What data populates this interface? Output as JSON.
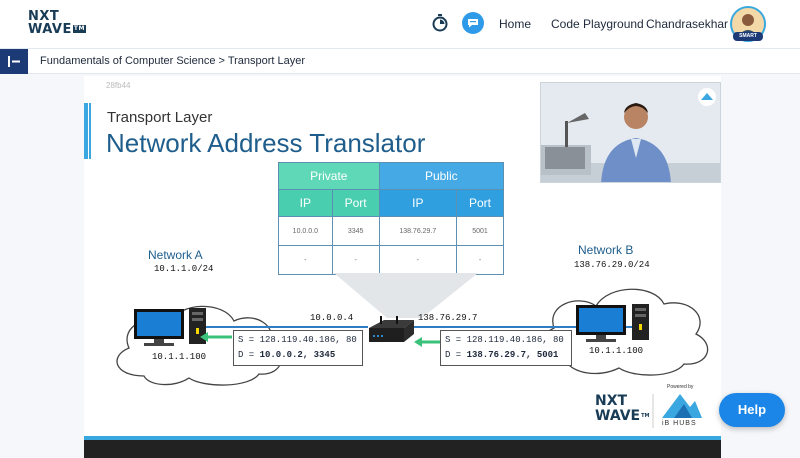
{
  "header": {
    "logo_line1": "NXT",
    "logo_line2": "WAVE",
    "logo_tm": "TM",
    "nav_home": "Home",
    "nav_playground": "Code Playground",
    "user_name": "Chandrasekhar",
    "avatar_badge": "SMART"
  },
  "breadcrumb": {
    "text": "Fundamentals of Computer Science > Transport Layer"
  },
  "slide": {
    "watermark": "28fb44",
    "subtitle": "Transport Layer",
    "title": "Network Address Translator",
    "table": {
      "group_private": "Private",
      "group_public": "Public",
      "col_ip1": "IP",
      "col_port1": "Port",
      "col_ip2": "IP",
      "col_port2": "Port",
      "rows": [
        [
          "10.0.0.0",
          "3345",
          "138.76.29.7",
          "5001"
        ],
        [
          "-",
          "-",
          "-",
          "-"
        ]
      ]
    },
    "network_a": {
      "name": "Network A",
      "subnet": "10.1.1.0/24",
      "host_ip": "10.1.1.100"
    },
    "network_b": {
      "name": "Network B",
      "subnet": "138.76.29.0/24",
      "host_ip": "10.1.1.100"
    },
    "router_left_ip": "10.0.0.4",
    "router_right_ip": "138.76.29.7",
    "left_packet": {
      "src": "S = 128.119.40.186, 80",
      "dst_label": "D = ",
      "dst_value": "10.0.0.2, 3345"
    },
    "right_packet": {
      "src": "S = 128.119.40.186, 80",
      "dst_label": "D = ",
      "dst_value": "138.76.29.7, 5001"
    },
    "brand_line1": "NXT",
    "brand_line2": "WAVE",
    "brand_tm": "TM",
    "powered_by": "Powered by",
    "hubs_name": "iB HUBS"
  },
  "help": {
    "label": "Help"
  }
}
